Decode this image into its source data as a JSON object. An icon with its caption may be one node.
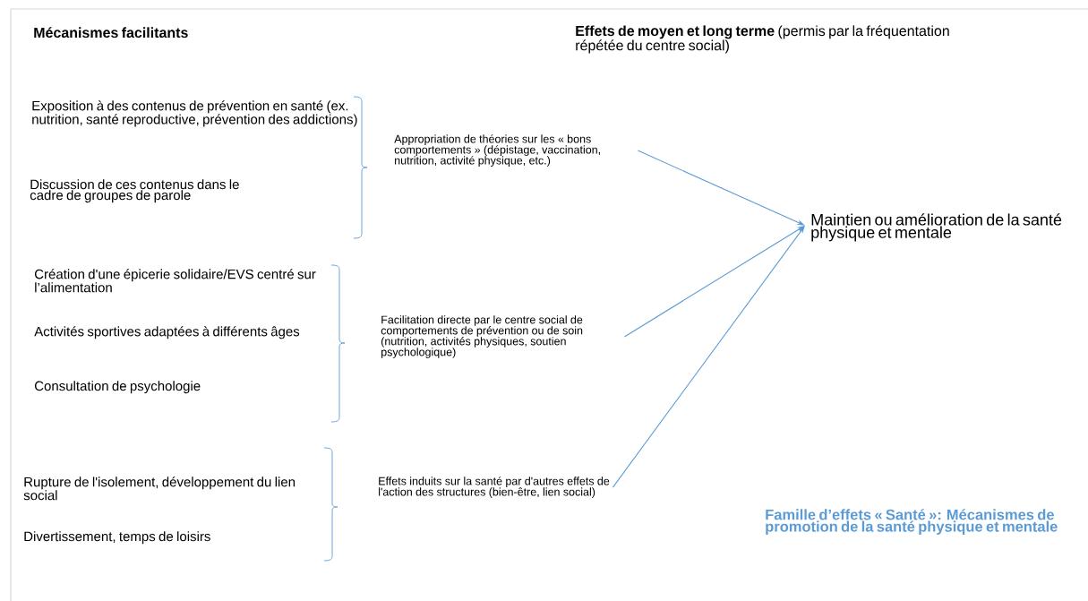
{
  "diagram": {
    "nodes": [
      {
        "text": [
          "Appropriation de théories sur les « bons comportements » (dépistage, vaccination, nutrition, activité physique, etc.)"
        ]
      },
      {
        "text": [
          "Facilitation directe par le centre social de comportements de prévention ou de soin (nutrition, activités physiques, soutien psychologique)"
        ]
      },
      {
        "text": [
          "Effets induits sur la santé par d'autres effets de l'action des structures (bien-être, lien social)"
        ]
      },
      {
        "text": [
          "Maintien ou amélioration de la santé physique et mentale"
        ]
      }
    ],
    "edges": [
      {
        "from": 0,
        "to": 3,
        "arrow": "to"
      },
      {
        "from": 1,
        "to": 3,
        "arrow": "to"
      },
      {
        "from": 2,
        "to": 3,
        "arrow": "to"
      }
    ],
    "labels": [
      "Mécanismes facilitants",
      "**Effets de moyen et long terme** (permis par la fréquentation répétée du centre social)",
      "Exposition à des contenus de prévention en santé (ex. nutrition, santé reproductive, prévention des addictions)",
      "Discussion de ces contenus dans le cadre de groupes de parole",
      "Création d'une épicerie solidaire/EVS centré sur l’alimentation",
      "Activités sportives adaptées à différents âges",
      "Consultation de psychologie",
      "Rupture de l'isolement, développement du lien social",
      "Divertissement, temps de loisirs",
      "Famille d’effets «  Santé »: Mécanismes de promotion de la santé physique et mentale"
    ]
  }
}
